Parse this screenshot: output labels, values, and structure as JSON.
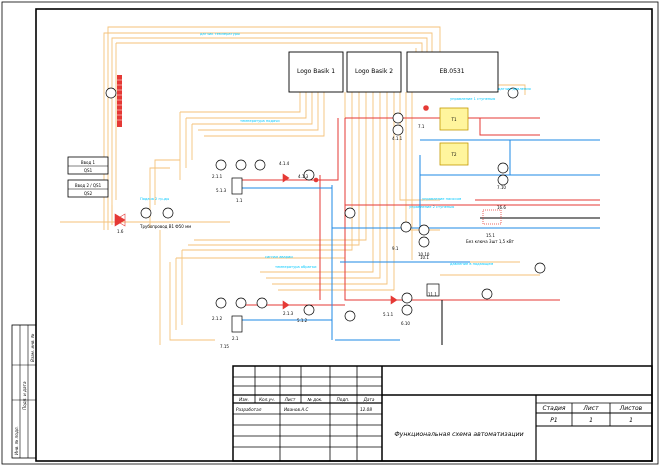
{
  "colors": {
    "signal_line": "#f4c27a",
    "supply_line": "#e53935",
    "return_line": "#1e88e5",
    "annotation": "#00c8ff",
    "valve": "#e53935",
    "border": "#000000"
  },
  "controllers": [
    {
      "label": "Logo Basik 1"
    },
    {
      "label": "Logo Basik 2"
    },
    {
      "label": "EB.0531"
    }
  ],
  "panels": {
    "kpi1_title": "Ввод 1",
    "kpi1_value": "QS1",
    "kpi2_title": "Ввод 2 / QS1",
    "kpi2_value": "QS2"
  },
  "tags": {
    "t1": "1.1",
    "t2": "2.1",
    "t3": "4.1.3",
    "t4": "4.1.4",
    "t5": "2.1.1",
    "t6": "2.1.2",
    "t7": "5.1.1",
    "t8": "5.1.2",
    "t9": "7.1",
    "t10": "7.10",
    "t11": "9.1",
    "t12": "10.1",
    "t13": "15.1",
    "t14": "16.6",
    "t15": "1.6",
    "t16": "2.1.3",
    "t17": "11.1",
    "t18": "10.10",
    "t19": "6.10",
    "t20": "4.1.1",
    "t21": "5.1.3",
    "t22": "7.15"
  },
  "annotations": {
    "a1": "датчик температуры",
    "a2": "управление 1 ступенью",
    "a3": "температура подачи",
    "a4": "управление насосом",
    "a5": "сигнал аварии",
    "a6": "давление в подающем",
    "a7": "Подача 2 гр-ды",
    "a8": "Трубопровод В1 Ф50 мм",
    "a9": "Без ключа 3шт 1,5 кВт",
    "a10": "управление 2 ступенью",
    "a11": "температура обратки",
    "a12": "датчик давления"
  },
  "title_block": {
    "header_cols": [
      "Изм.",
      "Кол.уч.",
      "Лист",
      "№ док.",
      "Подп.",
      "Дата"
    ],
    "rows": [
      [
        "Разработал",
        "",
        "Иванов.А.С",
        "",
        "",
        "12.08"
      ],
      [
        "",
        "",
        "",
        "",
        "",
        ""
      ],
      [
        "",
        "",
        "",
        "",
        "",
        ""
      ],
      [
        "",
        "",
        "",
        "",
        "",
        ""
      ],
      [
        "",
        "",
        "",
        "",
        "",
        ""
      ]
    ],
    "stage_headers": [
      "Стадия",
      "Лист",
      "Листов"
    ],
    "stage_values": [
      "Р1",
      "1",
      "1"
    ],
    "title": "Функциональная схема автоматизации"
  },
  "side_stamp": {
    "labels": [
      "Инв. № подл.",
      "Подп. и дата",
      "Взам. инв. №"
    ]
  }
}
